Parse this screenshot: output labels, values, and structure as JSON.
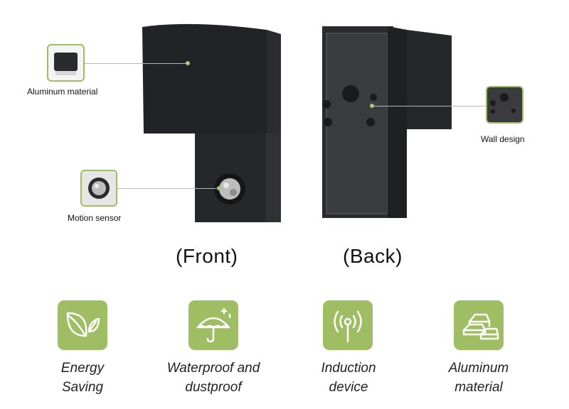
{
  "callouts": {
    "aluminum_material": "Aluminum material",
    "motion_sensor": "Motion sensor",
    "wall_design": "Wall design"
  },
  "views": {
    "front": "(Front)",
    "back": "(Back)"
  },
  "features": [
    {
      "line1": "Energy",
      "line2": "Saving",
      "icon": "leaf-icon"
    },
    {
      "line1": "Waterproof and",
      "line2": "dustproof",
      "icon": "umbrella-icon"
    },
    {
      "line1": "Induction",
      "line2": "device",
      "icon": "antenna-signal-icon"
    },
    {
      "line1": "Aluminum",
      "line2": "material",
      "icon": "aluminum-ingots-icon"
    }
  ],
  "colors": {
    "accent_green": "#9fbd62",
    "product_black": "#1e1f21"
  }
}
